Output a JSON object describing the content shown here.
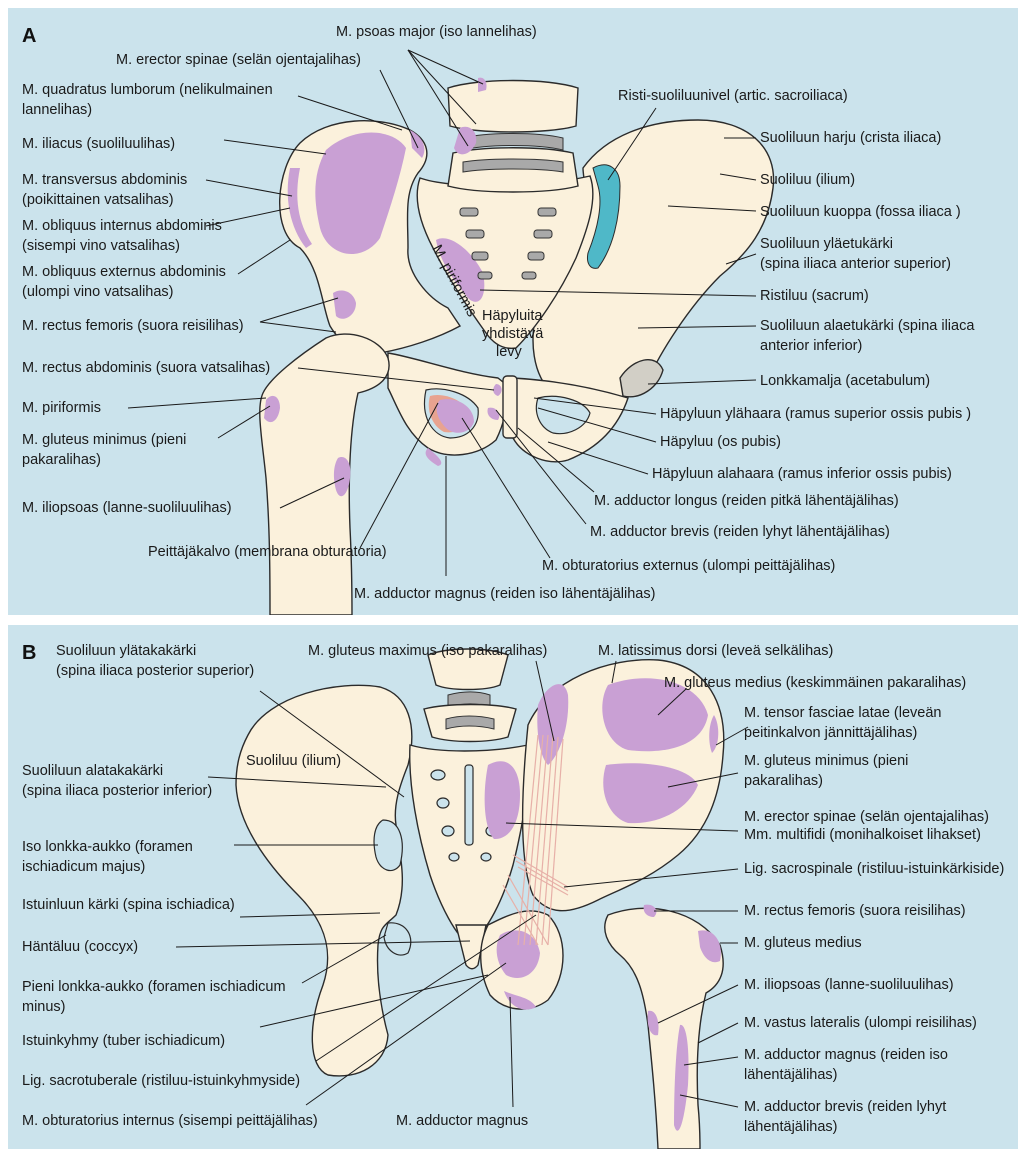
{
  "panel_a": {
    "letter": "A",
    "labels": {
      "psoas_major": "M. psoas major (iso lannelihas)",
      "erector_spinae": "M. erector spinae (selän ojentajalihas)",
      "quadratus_1": "M. quadratus lumborum (nelikulmainen",
      "quadratus_2": "lannelihas)",
      "iliacus": "M. iliacus (suoliluulihas)",
      "transversus_1": "M. transversus abdominis",
      "transversus_2": "(poikittainen vatsalihas)",
      "obl_int_1": "M. obliquus internus abdominis",
      "obl_int_2": "(sisempi vino vatsalihas)",
      "obl_ext_1": "M. obliquus externus abdominis",
      "obl_ext_2": "(ulompi vino vatsalihas)",
      "rectus_femoris": "M. rectus femoris (suora reisilihas)",
      "rectus_abdominis": "M. rectus abdominis (suora vatsalihas)",
      "piriformis": "M. piriformis",
      "glut_min_1": "M. gluteus minimus (pieni",
      "glut_min_2": "pakaralihas)",
      "iliopsoas": "M. iliopsoas (lanne-suoliluulihas)",
      "obturator_membrane": "Peittäjäkalvo (membrana obturatoria)",
      "adductor_magnus": "M. adductor magnus (reiden iso lähentäjälihas)",
      "obturator_externus": "M. obturatorius externus (ulompi peittäjälihas)",
      "adductor_brevis": "M. adductor brevis (reiden lyhyt lähentäjälihas)",
      "adductor_longus": "M. adductor longus (reiden pitkä lähentäjälihas)",
      "inf_ramus": "Häpyluun alahaara (ramus inferior ossis pubis)",
      "os_pubis": "Häpyluu (os pubis)",
      "sup_ramus": "Häpyluun ylähaara (ramus superior ossis pubis )",
      "acetabulum": "Lonkkamalja (acetabulum)",
      "asis_inf_1": "Suoliluun alaetukärki (spina iliaca",
      "asis_inf_2": "anterior inferior)",
      "sacrum": "Ristiluu (sacrum)",
      "asis_sup_1": "Suoliluun yläetukärki",
      "asis_sup_2": "(spina iliaca anterior superior)",
      "fossa": "Suoliluun kuoppa (fossa iliaca )",
      "ilium": "Suoliluu (ilium)",
      "crista": "Suoliluun harju (crista iliaca)",
      "sacroiliac": "Risti-suoliluunivel (artic. sacroiliaca)",
      "symphysis_1": "Häpyluita",
      "symphysis_2": "yhdistävä",
      "symphysis_3": "levy",
      "piriformis_inner": "M. piriformis"
    }
  },
  "panel_b": {
    "letter": "B",
    "labels": {
      "psis_1": "Suoliluun ylätakakärki",
      "psis_2": "(spina iliaca posterior superior)",
      "ilium": "Suoliluu (ilium)",
      "piis_1": "Suoliluun alatakakärki",
      "piis_2": "(spina iliaca posterior inferior)",
      "gsf_1": "Iso lonkka-aukko (foramen",
      "gsf_2": "ischiadicum majus)",
      "spina": "Istuinluun kärki (spina ischiadica)",
      "coccyx": "Häntäluu (coccyx)",
      "lsf_1": "Pieni lonkka-aukko (foramen ischiadicum",
      "lsf_2": "minus)",
      "tuber": "Istuinkyhmy (tuber ischiadicum)",
      "sacrotuberale": "Lig. sacrotuberale (ristiluu-istuinkyhmyside)",
      "obt_int": "M. obturatorius internus (sisempi peittäjälihas)",
      "add_magnus": "M. adductor magnus",
      "glut_max": "M. gluteus maximus (iso pakaralihas)",
      "latissimus": "M. latissimus dorsi (leveä selkälihas)",
      "glut_med": "M. gluteus medius (keskimmäinen pakaralihas)",
      "tfl_1": "M. tensor fasciae latae (leveän",
      "tfl_2": "peitinkalvon jännittäjälihas)",
      "glut_min_1": "M. gluteus minimus (pieni",
      "glut_min_2": "pakaralihas)",
      "erector": "M. erector spinae (selän ojentajalihas)",
      "multifidi": "Mm. multifidi (monihalkoiset lihakset)",
      "sacrospinale": "Lig. sacrospinale (ristiluu-istuinkärkiside)",
      "rectus_femoris": "M. rectus femoris (suora reisilihas)",
      "glut_med_short": "M. gluteus medius",
      "iliopsoas": "M. iliopsoas (lanne-suoliluulihas)",
      "vastus": "M. vastus lateralis (ulompi reisilihas)",
      "add_mag_1": "M. adductor magnus (reiden iso",
      "add_mag_2": "lähentäjälihas)",
      "add_brev_1": "M. adductor brevis (reiden lyhyt",
      "add_brev_2": "lähentäjälihas)"
    }
  },
  "colors": {
    "background": "#cbe3ec",
    "bone": "#fbf1dc",
    "muscle": "#c9a0d4",
    "joint": "#4fb8c8",
    "ligament": "#e7b0a8"
  }
}
